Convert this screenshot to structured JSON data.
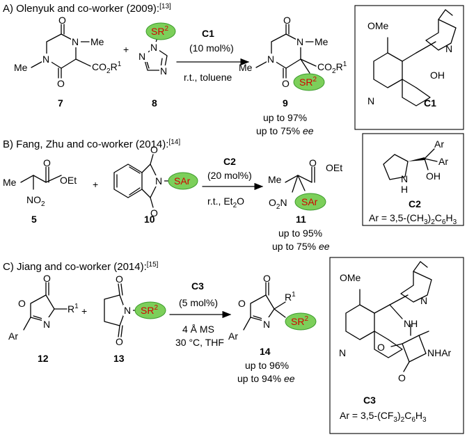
{
  "sections": [
    {
      "title": "A) Olenyuk and co-worker (2009):",
      "ref": "[13]",
      "catalyst": "C1",
      "loading": "(10 mol%)",
      "conditions": [
        "r.t., toluene"
      ],
      "compounds": [
        "7",
        "8",
        "9"
      ],
      "results": [
        "up to 97%",
        "up to 75%",
        "ee"
      ]
    },
    {
      "title": "B) Fang, Zhu and co-worker (2014):",
      "ref": "[14]",
      "catalyst": "C2",
      "loading": "(20 mol%)",
      "conditions": [
        "r.t., Et",
        "2",
        "O"
      ],
      "compounds": [
        "5",
        "10",
        "11"
      ],
      "results": [
        "up to 95%",
        "up to 75%",
        "ee"
      ],
      "ar_note": [
        "Ar = 3,5-(CH",
        "3",
        ")",
        "2",
        "C",
        "6",
        "H",
        "3"
      ]
    },
    {
      "title": "C) Jiang and co-worker (2014):",
      "ref": "[15]",
      "catalyst": "C3",
      "loading": "(5 mol%)",
      "conditions": [
        "4 Å MS",
        "30 °C, THF"
      ],
      "compounds": [
        "12",
        "13",
        "14"
      ],
      "results": [
        "up to 96%",
        "up to 94%",
        "ee"
      ],
      "ar_note": [
        "Ar = 3,5-(CF",
        "3",
        ")",
        "2",
        "C",
        "6",
        "H",
        "3"
      ]
    }
  ],
  "labels": {
    "O": "O",
    "N": "N",
    "Me": "Me",
    "OMe": "OMe",
    "OH": "OH",
    "H": "H",
    "NH": "NH",
    "NHAr": "NHAr",
    "Ar": "Ar",
    "OEt": "OEt",
    "NO2": "NO",
    "two": "2",
    "CO2R1": "CO",
    "R": "R",
    "one": "1",
    "SR2": "SR",
    "SAr": "SAr",
    "plus": "+"
  }
}
